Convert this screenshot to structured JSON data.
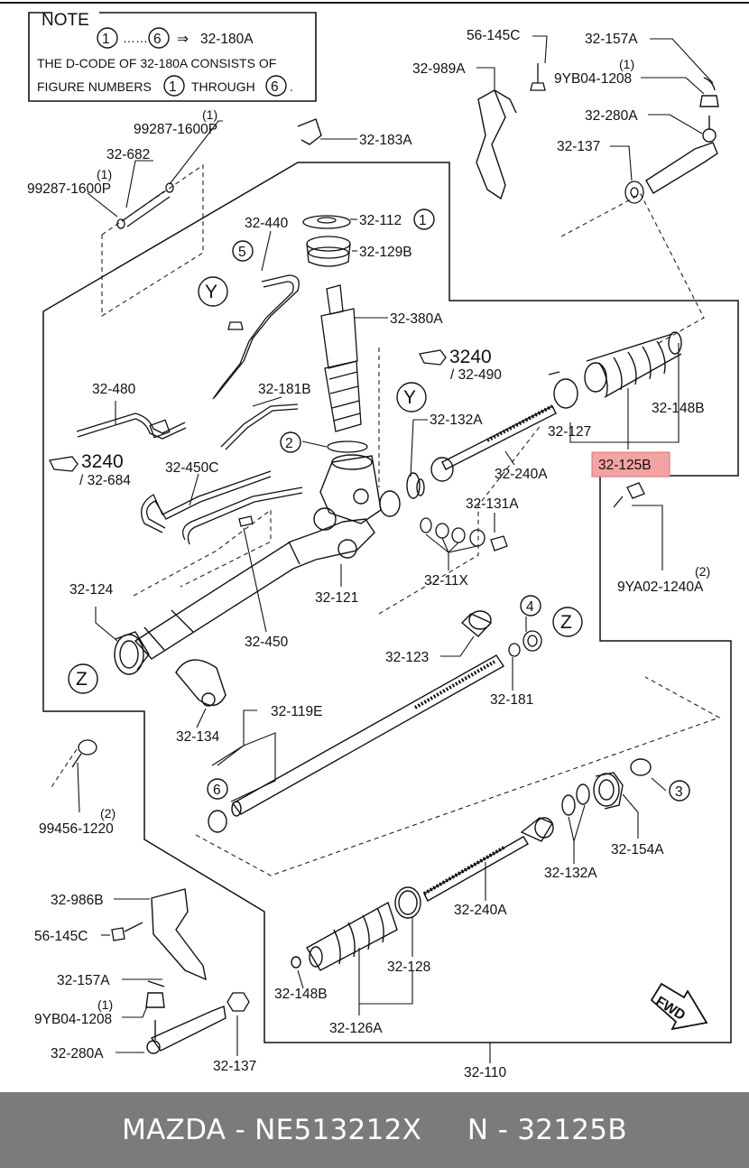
{
  "note": {
    "title": "NOTE",
    "range_from": "1",
    "range_dots": "……",
    "range_to": "6",
    "arrow": "⇒",
    "target": "32-180A",
    "line2": "THE D-CODE OF 32-180A CONSISTS OF",
    "line3_a": "FIGURE NUMBERS",
    "line3_num1": "1",
    "line3_b": "THROUGH",
    "line3_num2": "6",
    "line3_end": "."
  },
  "labels": {
    "l_56_145C_top": "56-145C",
    "l_32_157A_top": "32-157A",
    "l_32_989A": "32-989A",
    "l_9YB04_top_qty": "(1)",
    "l_9YB04_top": "9YB04-1208",
    "l_32_280A_top": "32-280A",
    "l_32_137_top": "32-137",
    "l_99287_a_qty": "(1)",
    "l_99287_a": "99287-1600P",
    "l_32_682": "32-682",
    "l_99287_b_qty": "(1)",
    "l_99287_b": "99287-1600P",
    "l_32_183A": "32-183A",
    "l_32_112": "32-112",
    "l_32_112_circ": "1",
    "l_32_129B": "32-129B",
    "l_32_440": "32-440",
    "l_5_circ": "5",
    "l_Y_circ_left": "Y",
    "l_32_380A": "32-380A",
    "l_3240_top": "3240",
    "l_32_490": "/ 32-490",
    "l_32_480": "32-480",
    "l_32_181B": "32-181B",
    "l_Y_circ_right": "Y",
    "l_32_132A_top": "32-132A",
    "l_2_circ": "2",
    "l_32_127": "32-127",
    "l_32_148B_top": "32-148B",
    "l_32_125B": "32-125B",
    "l_3240_left": "3240",
    "l_32_684": "/ 32-684",
    "l_32_450C": "32-450C",
    "l_32_240A_top": "32-240A",
    "l_32_131A": "32-131A",
    "l_9YA02_qty": "(2)",
    "l_9YA02": "9YA02-1240A",
    "l_32_11X": "32-11X",
    "l_32_124": "32-124",
    "l_32_121": "32-121",
    "l_32_450": "32-450",
    "l_4_circ": "4",
    "l_Z_circ_right": "Z",
    "l_32_123": "32-123",
    "l_Z_circ_left": "Z",
    "l_32_181": "32-181",
    "l_32_119E": "32-119E",
    "l_32_134": "32-134",
    "l_6_circ": "6",
    "l_99456_qty": "(2)",
    "l_99456": "99456-1220",
    "l_3_circ": "3",
    "l_32_154A": "32-154A",
    "l_32_132A_bottom": "32-132A",
    "l_32_986B": "32-986B",
    "l_56_145C_bottom": "56-145C",
    "l_32_240A_bottom": "32-240A",
    "l_32_157A_bottom": "32-157A",
    "l_9YB04_bottom_qty": "(1)",
    "l_9YB04_bottom": "9YB04-1208",
    "l_32_128": "32-128",
    "l_32_148B_bottom": "32-148B",
    "l_32_126A": "32-126A",
    "l_32_280A_bottom": "32-280A",
    "l_32_137_bottom": "32-137",
    "l_32_110": "32-110",
    "l_fwd": "FWD"
  },
  "highlight": {
    "part": "32-125B",
    "color": "#f4a3a3",
    "border_color": "#e07070"
  },
  "footer": {
    "text": "MAZDA - NE513212X     N - 32125B",
    "background": "#7b7b7b"
  }
}
